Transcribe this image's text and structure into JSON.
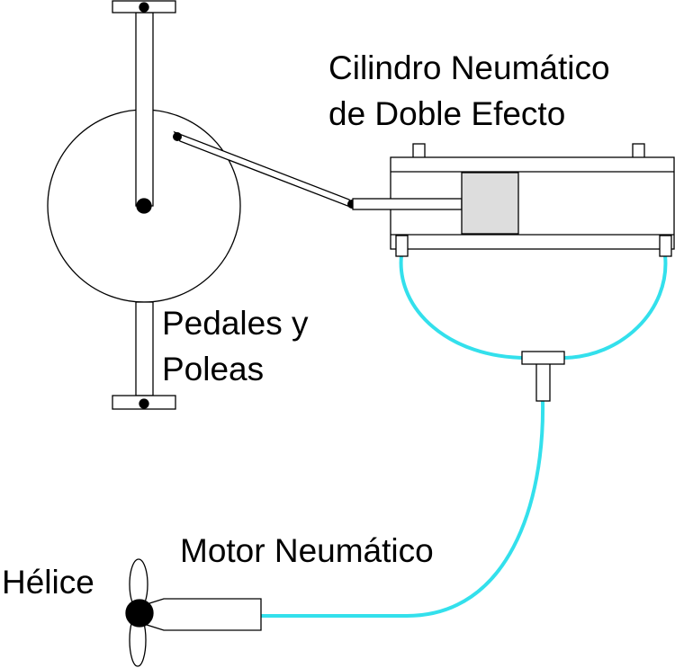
{
  "labels": {
    "cylinder_line1": "Cilindro Neumático",
    "cylinder_line2": "de Doble Efecto",
    "pedals_line1": "Pedales y",
    "pedals_line2": "Poleas",
    "motor": "Motor Neumático",
    "propeller": "Hélice"
  },
  "colors": {
    "stroke": "#000000",
    "hose": "#33e0ec",
    "piston": "#dddddd",
    "background": "#ffffff"
  }
}
